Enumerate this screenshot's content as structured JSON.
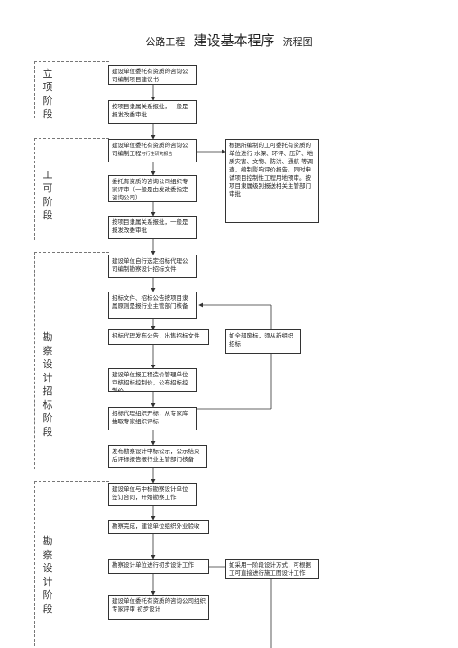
{
  "title": {
    "prefix": "公路工程",
    "main": "建设基本程序",
    "suffix": "流程图"
  },
  "phases": {
    "p1": "立项阶段",
    "p2": "工可阶段",
    "p3": "勘察设计招标阶段",
    "p4": "勘察设计阶段"
  },
  "steps": {
    "s1": {
      "text": "建设单位委托有资质的咨询公司编制项目建议书"
    },
    "s2": {
      "text": "按项目隶属关系报批，一般是报发改委审批"
    },
    "s3": {
      "text": "建设单位委托有资质的咨询公司编制工程",
      "sub": "可行性研究报告"
    },
    "s3b": {
      "text": "根据所编制的工可委托有资质的单位进行 水保、环评、压矿、地质灾害、文物、防洪、通航 等调查，编制影响评价报告。同时申请项目控制性工程用地预审。按项目隶属级别报送相关主管部门审批"
    },
    "s4": {
      "text": "委托有资质的咨询公司组织专家评审（一般是由发改委指定咨询公司）"
    },
    "s5": {
      "text": "按项目隶属关系报批，一般是报发改委审批"
    },
    "s6": {
      "text": "建设单位自行选定招标代理公司编制勘察设计招标文件"
    },
    "s7": {
      "text": "招标文件、招标公告按项目隶属原则是报行业主管部门核备"
    },
    "s8": {
      "text": "招标代理发布公告，出售招标文件"
    },
    "s8b": {
      "text": "如全部废标，须从新组织招标"
    },
    "s9": {
      "text": "建设单位报工程造价管理单位审核招标控制价，公布招标控制价"
    },
    "s10": {
      "text": "招标代理组织开标，从专家库抽取专家组织评标"
    },
    "s11": {
      "text": "发布勘察设计中标公示，公示结束后评标报告报行业主管部门核备"
    },
    "s12": {
      "text": "建设单位与中标勘察设计单位签订合同，开始勘察工作"
    },
    "s13": {
      "text": "勘察完成，建设单位组织外业验收"
    },
    "s14": {
      "text": "勘察设计单位进行初步设计工作"
    },
    "s14b": {
      "text": "如采用一阶段设计方式，可根据工可直接进行施工图设计工作"
    },
    "s15": {
      "text": "建设单位委托有资质的咨询公司组织专家评审 初步设计"
    }
  }
}
